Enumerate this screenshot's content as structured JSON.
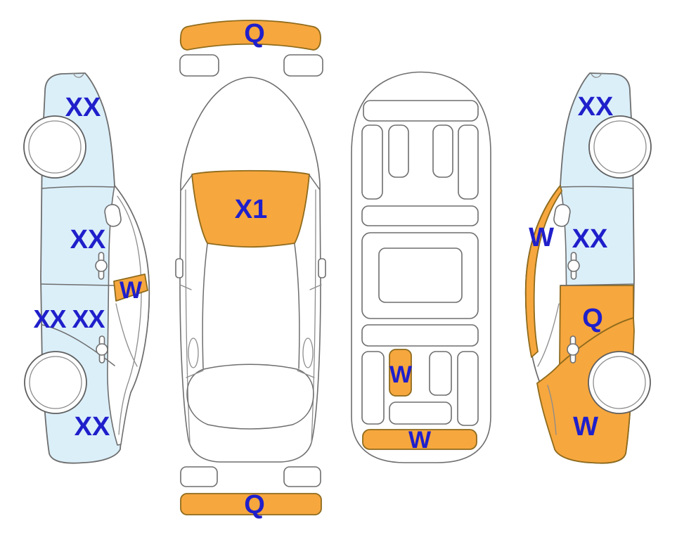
{
  "colors": {
    "highlight_orange": "#F6A73E",
    "highlight_blue": "#DBEFF9",
    "label_blue": "#1F1FCB",
    "outline_gray": "#6E6E6E",
    "orange_outline": "#8F6B1C",
    "background": "#FFFFFF"
  },
  "views": {
    "left_side": {
      "labels": [
        {
          "code": "XX",
          "part": "front-fender"
        },
        {
          "code": "XX",
          "part": "front-door"
        },
        {
          "code": "W",
          "part": "b-pillar-window"
        },
        {
          "code": "XX XX",
          "part": "rear-door"
        },
        {
          "code": "XX",
          "part": "rear-quarter"
        }
      ]
    },
    "top": {
      "labels": [
        {
          "code": "Q",
          "part": "front-bumper"
        },
        {
          "code": "X1",
          "part": "windshield"
        },
        {
          "code": "Q",
          "part": "rear-bumper"
        }
      ]
    },
    "interior": {
      "labels": [
        {
          "code": "W",
          "part": "front-floor"
        },
        {
          "code": "W",
          "part": "rear-panel"
        }
      ]
    },
    "right_side": {
      "labels": [
        {
          "code": "XX",
          "part": "front-fender"
        },
        {
          "code": "W",
          "part": "a-pillar"
        },
        {
          "code": "XX",
          "part": "front-door"
        },
        {
          "code": "Q",
          "part": "rear-door"
        },
        {
          "code": "W",
          "part": "rear-quarter"
        }
      ]
    }
  }
}
